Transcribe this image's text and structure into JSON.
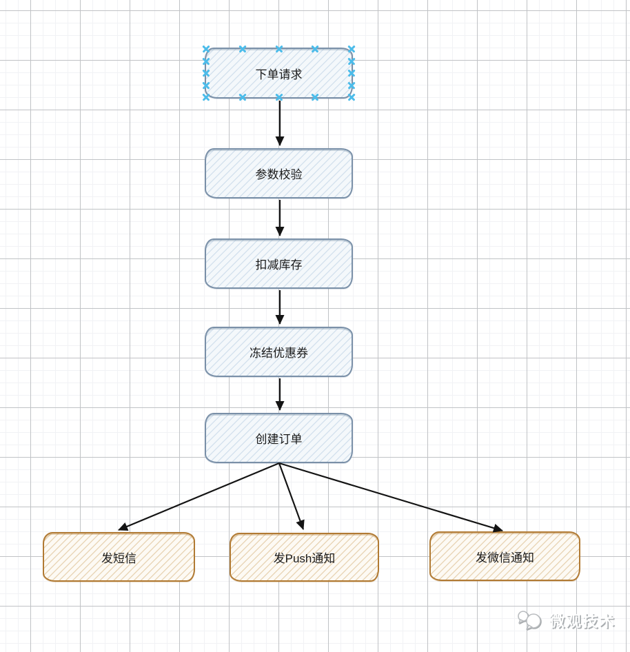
{
  "diagram": {
    "selected_node": "order-request",
    "nodes": [
      {
        "id": "order-request",
        "label": "下单请求",
        "style": "blue",
        "selected": true
      },
      {
        "id": "param-validation",
        "label": "参数校验",
        "style": "blue",
        "selected": false
      },
      {
        "id": "deduct-inventory",
        "label": "扣减库存",
        "style": "blue",
        "selected": false
      },
      {
        "id": "freeze-coupon",
        "label": "冻结优惠券",
        "style": "blue",
        "selected": false
      },
      {
        "id": "create-order",
        "label": "创建订单",
        "style": "blue",
        "selected": false
      },
      {
        "id": "send-sms",
        "label": "发短信",
        "style": "orange",
        "selected": false
      },
      {
        "id": "send-push",
        "label": "发Push通知",
        "style": "orange",
        "selected": false
      },
      {
        "id": "send-wechat",
        "label": "发微信通知",
        "style": "orange",
        "selected": false
      }
    ],
    "edges": [
      {
        "from": "order-request",
        "to": "param-validation"
      },
      {
        "from": "param-validation",
        "to": "deduct-inventory"
      },
      {
        "from": "deduct-inventory",
        "to": "freeze-coupon"
      },
      {
        "from": "freeze-coupon",
        "to": "create-order"
      },
      {
        "from": "create-order",
        "to": "send-sms"
      },
      {
        "from": "create-order",
        "to": "send-push"
      },
      {
        "from": "create-order",
        "to": "send-wechat"
      }
    ],
    "colors": {
      "blue_border": "#7a90a8",
      "blue_fill": "#f4f8fb",
      "blue_hatch": "#d5e2ee",
      "orange_border": "#b17a33",
      "orange_fill": "#fdfaf4",
      "orange_hatch": "#e9d6b8",
      "arrow": "#141414",
      "selection": "#4cbcea",
      "grid_major": "#c0c2c5",
      "grid_minor": "#f1f2f5"
    }
  },
  "watermark": {
    "text": "微观技术"
  }
}
